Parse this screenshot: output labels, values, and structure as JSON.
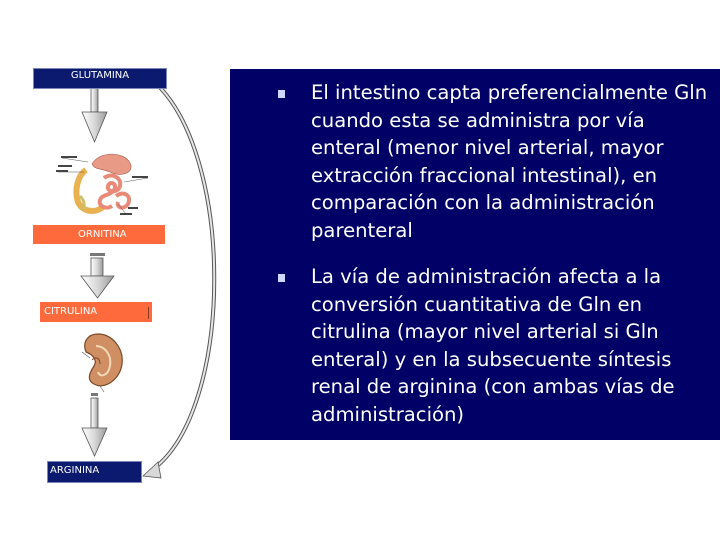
{
  "diagram": {
    "boxes": {
      "glutamina": "GLUTAMINA",
      "ornitina": "ORNITINA",
      "citrulina": "CITRULINA",
      "arginina": "ARGININA"
    },
    "colors": {
      "dark_box": "#0b1a6e",
      "orange_box": "#ff6a3d",
      "panel": "#000066"
    },
    "images": [
      "intestine-illustration",
      "kidney-illustration"
    ]
  },
  "panel": {
    "bullets": [
      "El intestino capta preferencialmente Gln cuando esta se administra por vía enteral (menor nivel arterial, mayor extracción fraccional intestinal), en comparación con la administración parenteral",
      "La vía de administración afecta a la conversión cuantitativa de Gln en citrulina (mayor nivel arterial si Gln enteral) y en la subsecuente síntesis renal de arginina (con ambas vías de administración)"
    ]
  }
}
